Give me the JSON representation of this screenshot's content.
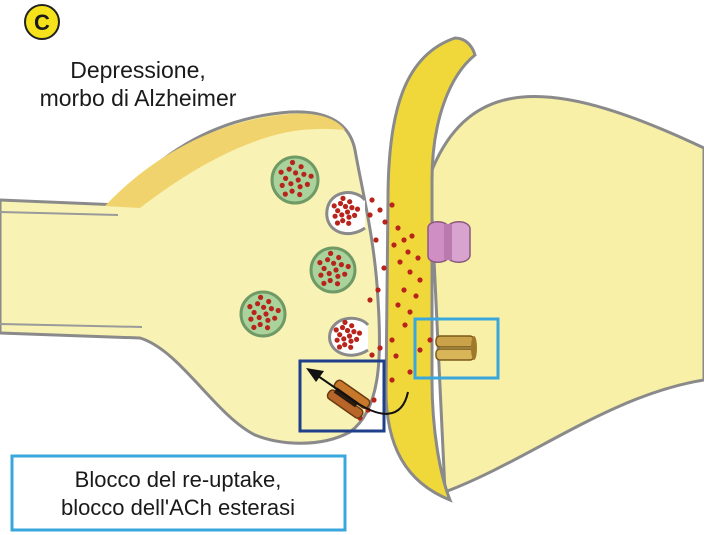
{
  "figure": {
    "badge": "C",
    "title_lines": [
      "Depressione,",
      "morbo di Alzheimer"
    ],
    "caption_lines": [
      "Blocco del re-uptake,",
      "blocco dell'ACh esterasi"
    ]
  },
  "colors": {
    "presynaptic_fill": "#f8f2b4",
    "postsynaptic_band": "#f1d83a",
    "postsynaptic_fill": "#f7f0a6",
    "membrane_outline": "#8a8a8a",
    "vesicle_green": "#a9d39a",
    "neurotransmitter_red": "#b8241c",
    "receptor_pink": "#cf8fc4",
    "transporter_tan": "#c9a24a",
    "inhibited_transporter": "#c7782a",
    "box_light_blue": "#3aa7dc",
    "box_dark_blue": "#1f3f8a",
    "badge_yellow": "#f5e21a"
  },
  "icons": {
    "badge": "circle-letter",
    "uptake_arrow": "arrow-up-left",
    "receptor": "receptor-channel",
    "transporter": "reuptake-transporter"
  }
}
